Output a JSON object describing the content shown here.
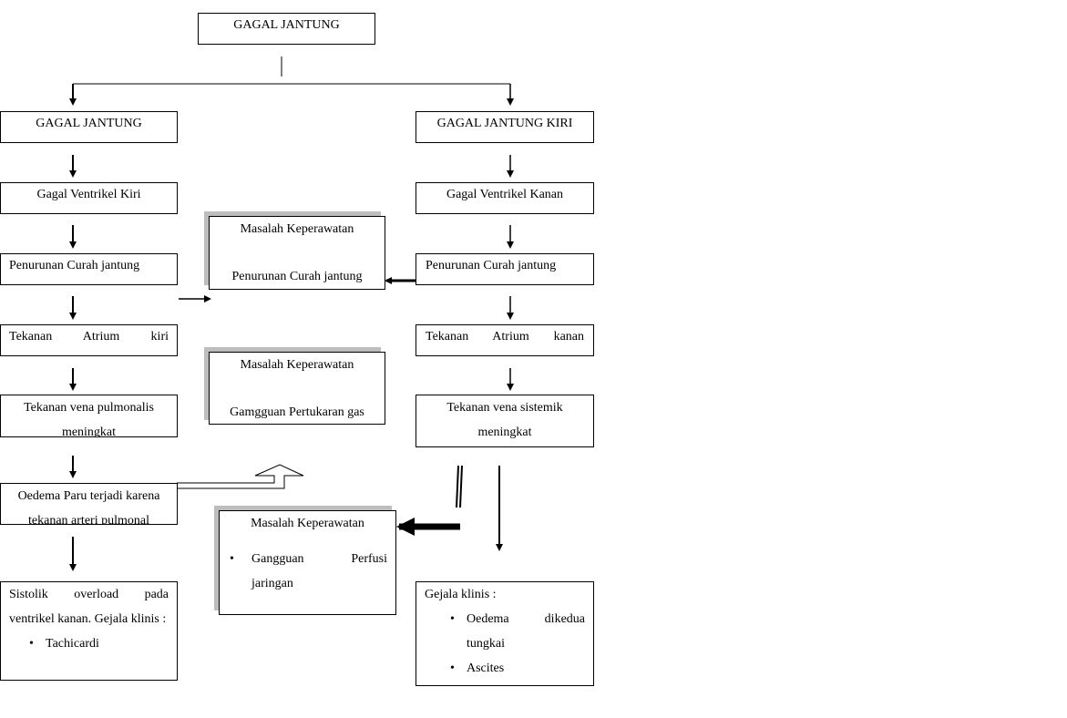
{
  "root": {
    "label": "GAGAL JANTUNG"
  },
  "left": {
    "title": "GAGAL JANTUNG",
    "ventricle": "Gagal Ventrikel Kiri",
    "output": "Penurunan Curah jantung",
    "atrium": "Tekanan Atrium kiri",
    "vein": "Tekanan vena pulmonalis meningkat",
    "edema": "Oedema Paru terjadi karena tekanan arteri pulmonal",
    "clinical_text": "Sistolik overload pada ventrikel kanan. Gejala klinis :",
    "clinical_items": [
      "Tachicardi"
    ]
  },
  "right": {
    "title": "GAGAL JANTUNG KIRI",
    "ventricle": "Gagal Ventrikel Kanan",
    "output": "Penurunan Curah jantung",
    "atrium": "Tekanan Atrium kanan",
    "vein_line1": "Tekanan vena sistemik",
    "vein_line2": "meningkat",
    "clinical_text": "Gejala klinis :",
    "clinical_items": [
      "Oedema dikedua tungkai",
      "Ascites"
    ]
  },
  "problems": [
    {
      "header": "Masalah Keperawatan",
      "body": "Penurunan Curah jantung"
    },
    {
      "header": "Masalah Keperawatan",
      "body": "Gamgguan Pertukaran gas"
    },
    {
      "header": "Masalah Keperawatan",
      "body": "Gangguan Perfusi jaringan"
    }
  ]
}
